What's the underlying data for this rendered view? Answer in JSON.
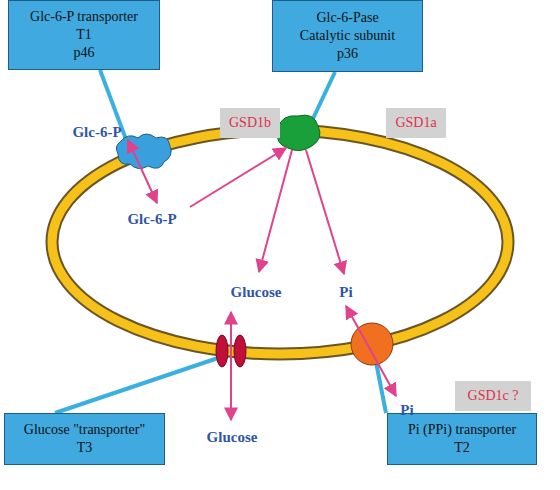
{
  "diagram": {
    "nodes": [
      {
        "text": [
          "Glc-6-P transporter",
          "T1",
          "p46"
        ]
      },
      {
        "text": [
          "Glc-6-Pase",
          "Catalytic subunit",
          "p36"
        ]
      },
      {
        "text": [
          "GSD1b"
        ]
      },
      {
        "text": [
          "GSD1a"
        ]
      },
      {
        "text": [
          "GSD1c ?"
        ]
      },
      {
        "text": [
          "Glucose \"transporter\"",
          "T3"
        ]
      },
      {
        "text": [
          "Pi (PPi) transporter",
          "T2"
        ]
      }
    ],
    "labels": [
      "Glc-6-P",
      "Glc-6-P",
      "Glucose",
      "Pi",
      "Glucose",
      "Pi"
    ]
  }
}
